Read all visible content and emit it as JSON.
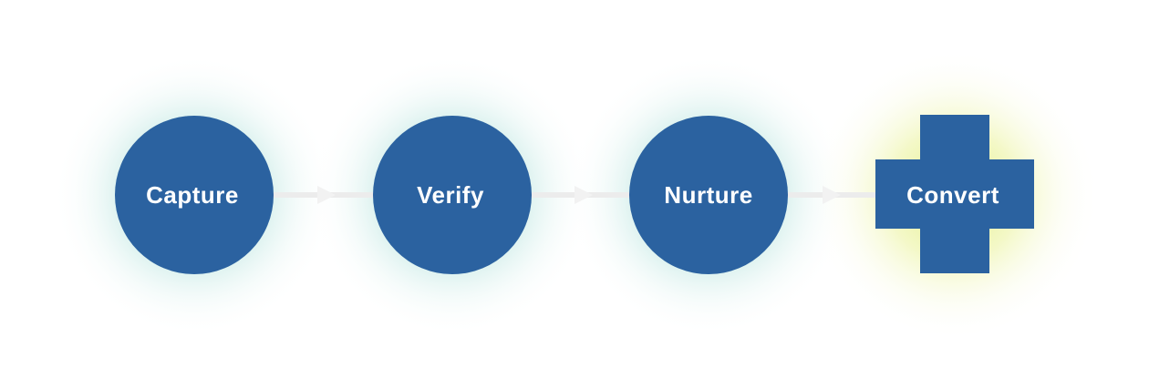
{
  "colors": {
    "node_fill": "#2b62a0",
    "glow_circle": "#7fd1c8",
    "glow_cross": "#e2ee7a",
    "connector": "#ececec",
    "label": "#ffffff"
  },
  "nodes": [
    {
      "id": "capture",
      "label": "Capture",
      "shape": "circle"
    },
    {
      "id": "verify",
      "label": "Verify",
      "shape": "circle"
    },
    {
      "id": "nurture",
      "label": "Nurture",
      "shape": "circle"
    },
    {
      "id": "convert",
      "label": "Convert",
      "shape": "cross"
    }
  ],
  "edges": [
    {
      "from": "capture",
      "to": "verify"
    },
    {
      "from": "verify",
      "to": "nurture"
    },
    {
      "from": "nurture",
      "to": "convert"
    }
  ]
}
